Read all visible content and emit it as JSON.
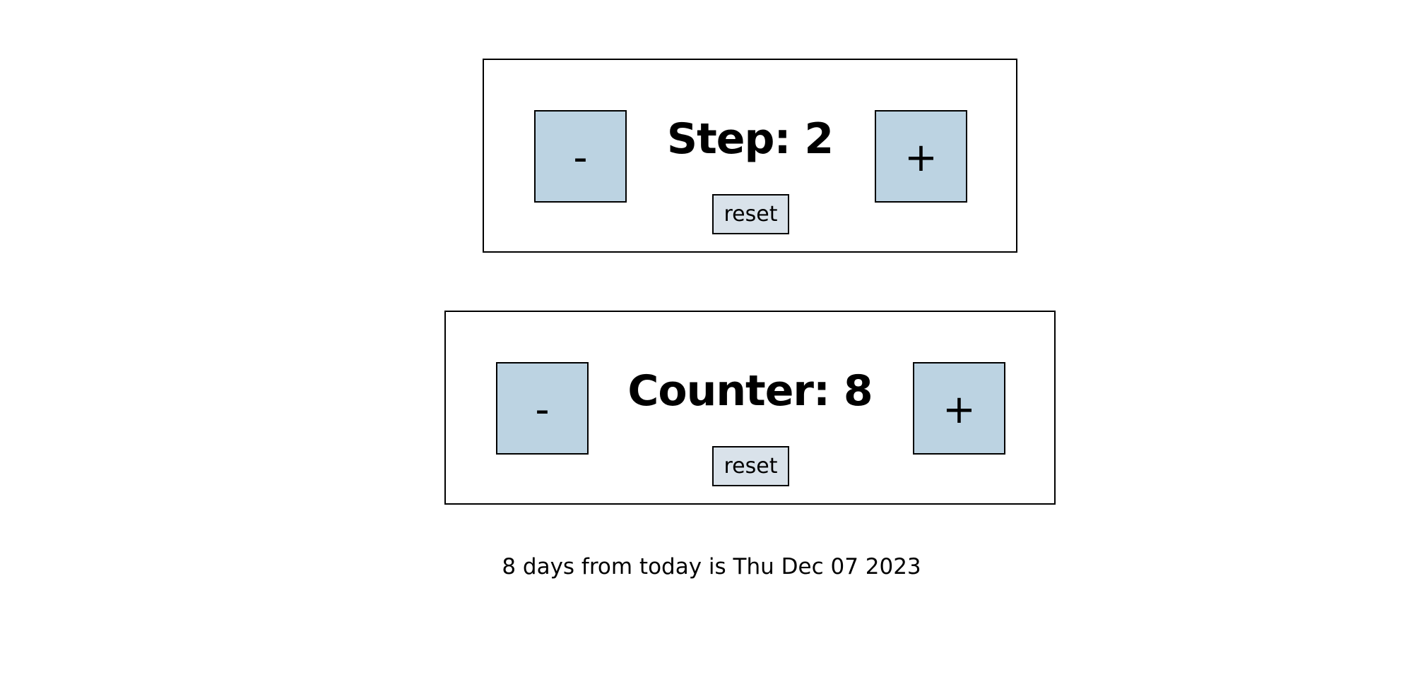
{
  "step_panel": {
    "decrement_label": "-",
    "heading": "Step: 2",
    "increment_label": "+",
    "reset_label": "reset",
    "value": 2
  },
  "counter_panel": {
    "decrement_label": "-",
    "heading": "Counter: 8",
    "increment_label": "+",
    "reset_label": "reset",
    "value": 8
  },
  "result_text": "8 days from today is Thu Dec 07 2023",
  "colors": {
    "square_button_bg": "#bcd3e2",
    "reset_button_bg": "#d9e2ea",
    "border": "#000000"
  }
}
